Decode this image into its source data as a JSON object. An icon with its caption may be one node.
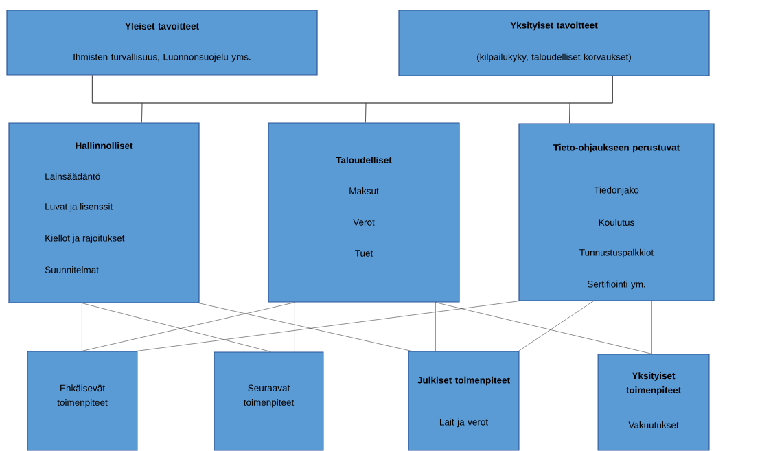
{
  "diagram": {
    "nodes": [
      {
        "text": [
          "Yleiset tavoitteet",
          "Ihmisten turvallisuus, Luonnonsuojelu yms."
        ]
      },
      {
        "text": [
          "Yksityiset tavoitteet",
          "(kilpailukyky, taloudelliset korvaukset)"
        ]
      },
      {
        "text": [
          "Hallinnolliset",
          "Lainsäädäntö",
          "Luvat ja lisenssit",
          "Kiellot ja rajoitukset",
          "Suunnitelmat"
        ]
      },
      {
        "text": [
          "Taloudelliset",
          "Maksut",
          "Verot",
          "Tuet"
        ]
      },
      {
        "text": [
          "Tieto-ohjaukseen perustuvat",
          "Tiedonjako",
          "Koulutus",
          "Tunnustuspalkkiot",
          "Sertifiointi ym."
        ]
      },
      {
        "text": [
          "Ehkäisevät toimenpiteet"
        ]
      },
      {
        "text": [
          "Seuraavat toimenpiteet"
        ]
      },
      {
        "text": [
          "Julkiset toimenpiteet",
          "Lait ja verot"
        ]
      },
      {
        "text": [
          "Yksityiset toimenpiteet",
          "Vakuutukset"
        ]
      }
    ],
    "edges": [
      {
        "from": 0,
        "to": 2,
        "arrow": "none"
      },
      {
        "from": 0,
        "to": 3,
        "arrow": "none"
      },
      {
        "from": 0,
        "to": 4,
        "arrow": "none"
      },
      {
        "from": 1,
        "to": 2,
        "arrow": "none"
      },
      {
        "from": 1,
        "to": 3,
        "arrow": "none"
      },
      {
        "from": 1,
        "to": 4,
        "arrow": "none"
      },
      {
        "from": 2,
        "to": 5,
        "arrow": "none"
      },
      {
        "from": 2,
        "to": 6,
        "arrow": "none"
      },
      {
        "from": 2,
        "to": 7,
        "arrow": "none"
      },
      {
        "from": 3,
        "to": 5,
        "arrow": "none"
      },
      {
        "from": 3,
        "to": 6,
        "arrow": "none"
      },
      {
        "from": 3,
        "to": 7,
        "arrow": "none"
      },
      {
        "from": 3,
        "to": 8,
        "arrow": "none"
      },
      {
        "from": 4,
        "to": 5,
        "arrow": "none"
      },
      {
        "from": 4,
        "to": 7,
        "arrow": "none"
      },
      {
        "from": 4,
        "to": 8,
        "arrow": "none"
      }
    ]
  }
}
